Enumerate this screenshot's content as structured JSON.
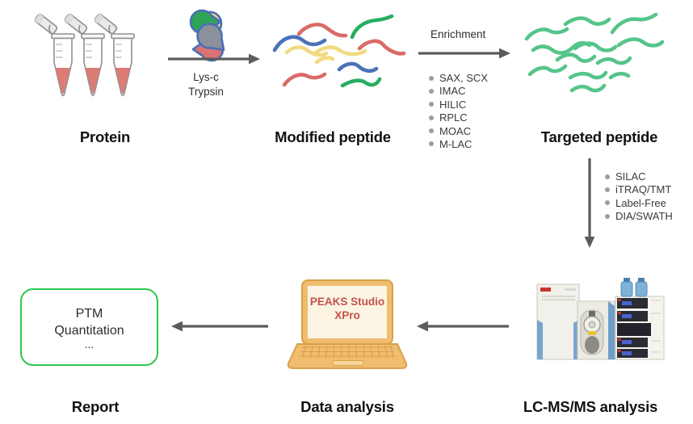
{
  "stages": {
    "protein": {
      "label": "Protein"
    },
    "modified_peptide": {
      "label": "Modified peptide"
    },
    "targeted_peptide": {
      "label": "Targeted peptide"
    },
    "lcms": {
      "label": "LC-MS/MS analysis"
    },
    "data_analysis": {
      "label": "Data analysis"
    },
    "report": {
      "label": "Report"
    }
  },
  "digestion": {
    "enzymes": [
      "Lys-c",
      "Trypsin"
    ]
  },
  "enrichment": {
    "title": "Enrichment",
    "methods": [
      "SAX, SCX",
      "IMAC",
      "HILIC",
      "RPLC",
      "MOAC",
      "M-LAC"
    ]
  },
  "quantification": {
    "methods": [
      "SILAC",
      "iTRAQ/TMT",
      "Label-Free",
      "DIA/SWATH"
    ]
  },
  "laptop": {
    "screen_line1": "PEAKS Studio",
    "screen_line2": "XPro"
  },
  "report_box": {
    "line1": "PTM",
    "line2": "Quantitation",
    "line3": "..."
  },
  "colors": {
    "arrow": "#5c5c5c",
    "bullet": "#9d9d9d",
    "report_box_border": "#2dc84d",
    "laptop_body": "#f0bc6e",
    "laptop_screen_bg": "#fbf4e3",
    "peaks_text": "#c5514c",
    "tube_liquid": "#dd7b75",
    "peptide_blue": "#4a72b8",
    "peptide_red": "#d96b68",
    "peptide_yellow": "#f2d980",
    "peptide_green": "#27ae60",
    "targeted_peptide_green": "#55c58a",
    "enzyme_outline_blue": "#4a6fb5"
  }
}
